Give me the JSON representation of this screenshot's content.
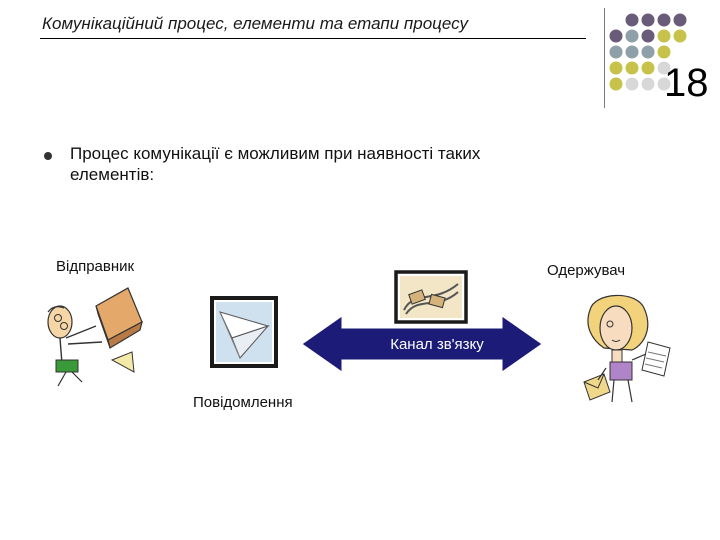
{
  "slide": {
    "title": "Комунікаційний процес, елементи та етапи процесу",
    "slide_number": "18",
    "bullet": "Процес комунікації є можливим при наявності таких елементів:"
  },
  "diagram": {
    "sender_label": "Відправник",
    "receiver_label": "Одержувач",
    "message_label": "Повідомлення",
    "channel_label": "Канал зв'язку"
  },
  "colors": {
    "dot_purple": "#6b5b7b",
    "dot_gray": "#8fa0a8",
    "dot_yellow": "#c9c24a",
    "dot_light": "#d8d8d8",
    "arrow_navy": "#1c1c78"
  },
  "icons": [
    "sender-figure-icon",
    "paper-plane-icon",
    "network-connectors-icon",
    "receiver-figure-icon"
  ]
}
